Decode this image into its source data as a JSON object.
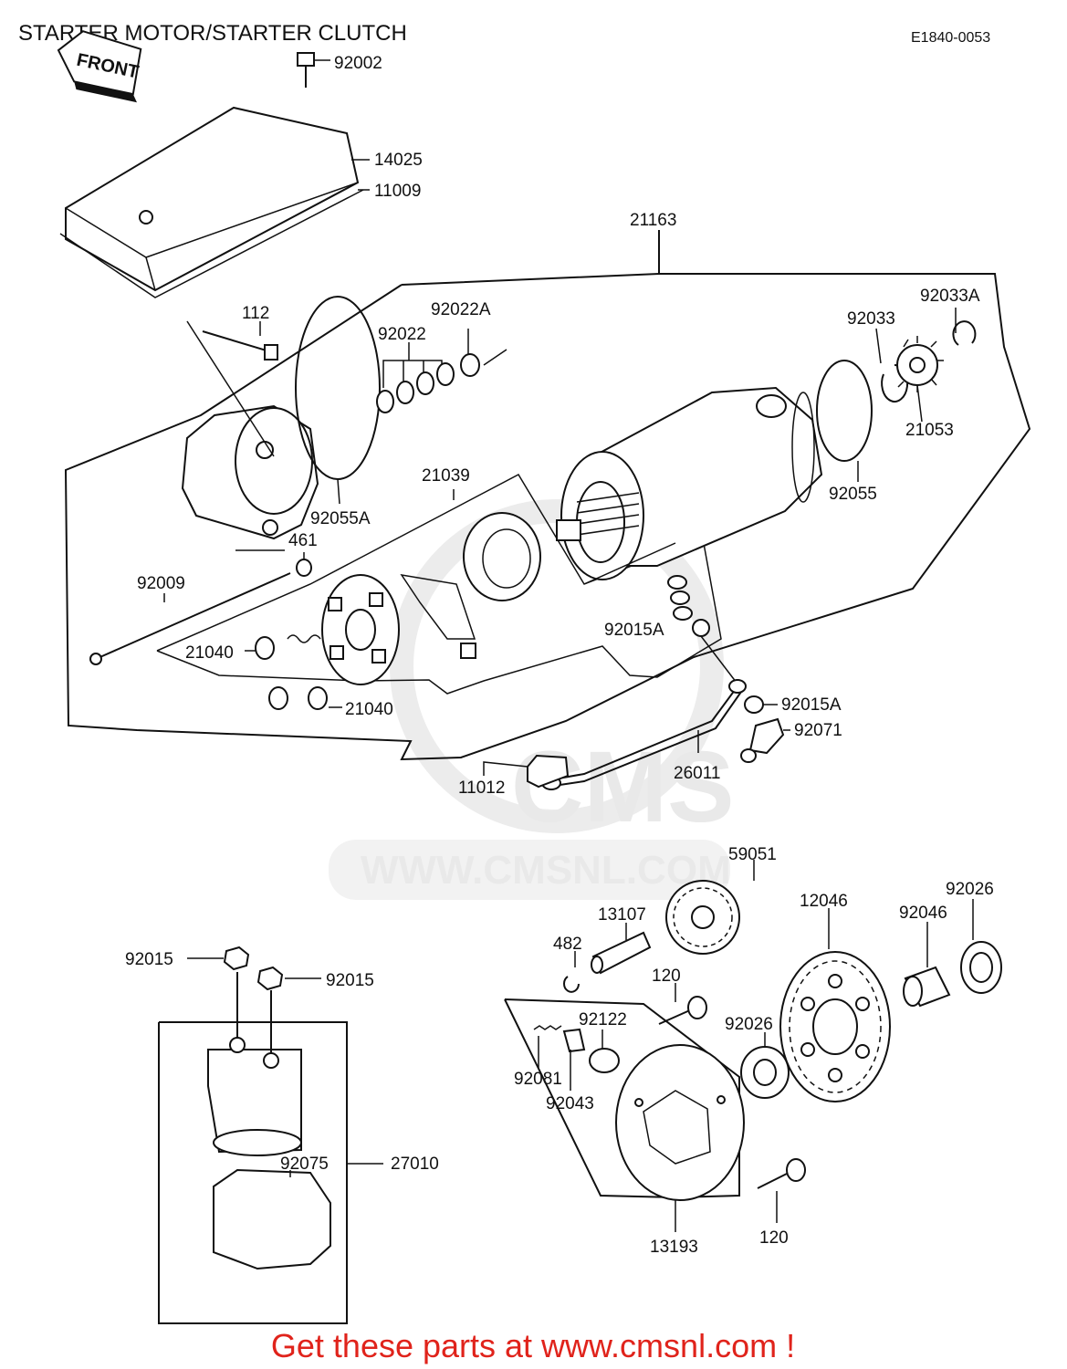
{
  "title": "STARTER MOTOR/STARTER CLUTCH",
  "diagram_code": "E1840-0053",
  "front_tag": "FRONT",
  "watermark": {
    "logo": "CMS",
    "url": "WWW.CMSNL.COM"
  },
  "footer": "Get these parts at www.cmsnl.com !",
  "labels": {
    "p92002": "92002",
    "p14025": "14025",
    "p11009": "11009",
    "p21163": "21163",
    "p112": "112",
    "p92022A": "92022A",
    "p92022": "92022",
    "p92033A": "92033A",
    "p92033": "92033",
    "p21053": "21053",
    "p92055": "92055",
    "p92055A": "92055A",
    "p21039": "21039",
    "p461": "461",
    "p92009": "92009",
    "p21040a": "21040",
    "p21040b": "21040",
    "p92015Aa": "92015A",
    "p92015Ab": "92015A",
    "p92071": "92071",
    "p26011": "26011",
    "p11012": "11012",
    "p59051": "59051",
    "p12046": "12046",
    "p92026a": "92026",
    "p92046": "92046",
    "p13107": "13107",
    "p482": "482",
    "p120a": "120",
    "p92122": "92122",
    "p92026b": "92026",
    "p92081": "92081",
    "p92043": "92043",
    "p13193": "13193",
    "p120b": "120",
    "p92015a": "92015",
    "p92015b": "92015",
    "p92075": "92075",
    "p27010": "27010"
  }
}
